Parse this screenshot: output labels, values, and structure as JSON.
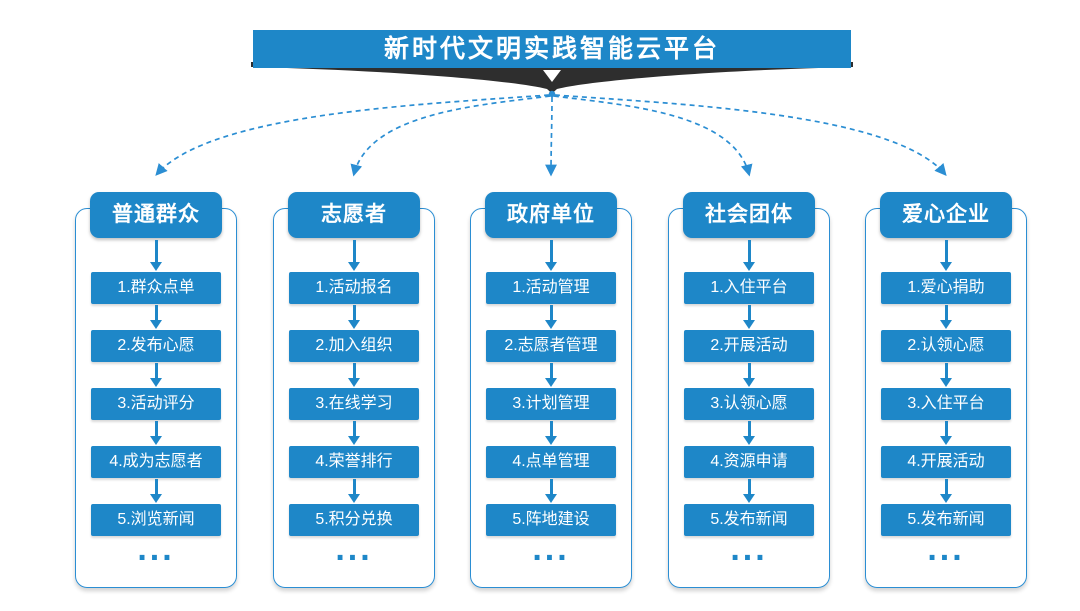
{
  "title": "新时代文明实践智能云平台",
  "hub": {
    "down_arrow_icon": "down-arrow",
    "node_icon": "hub-node"
  },
  "columns": [
    {
      "header": "普通群众",
      "steps": [
        "1.群众点单",
        "2.发布心愿",
        "3.活动评分",
        "4.成为志愿者",
        "5.浏览新闻"
      ],
      "more": "..."
    },
    {
      "header": "志愿者",
      "steps": [
        "1.活动报名",
        "2.加入组织",
        "3.在线学习",
        "4.荣誉排行",
        "5.积分兑换"
      ],
      "more": "..."
    },
    {
      "header": "政府单位",
      "steps": [
        "1.活动管理",
        "2.志愿者管理",
        "3.计划管理",
        "4.点单管理",
        "5.阵地建设"
      ],
      "more": "..."
    },
    {
      "header": "社会团体",
      "steps": [
        "1.入住平台",
        "2.开展活动",
        "3.认领心愿",
        "4.资源申请",
        "5.发布新闻"
      ],
      "more": "..."
    },
    {
      "header": "爱心企业",
      "steps": [
        "1.爱心捐助",
        "2.认领心愿",
        "3.入住平台",
        "4.开展活动",
        "5.发布新闻"
      ],
      "more": "..."
    }
  ],
  "colors": {
    "primary": "#1e87c8",
    "line": "#2b8ed3",
    "dark": "#2e2e2e",
    "text-on-primary": "#ffffff",
    "bg": "#ffffff"
  }
}
